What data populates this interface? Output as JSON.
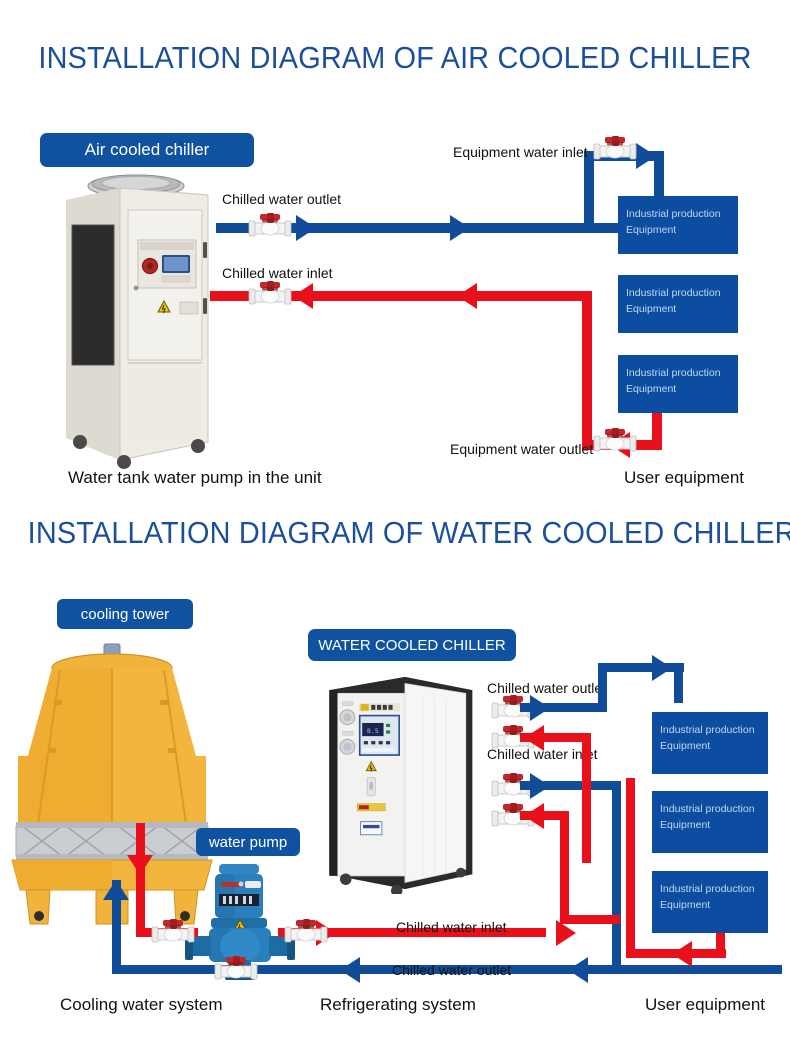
{
  "page": {
    "bg_color": "#ffffff",
    "accent_blue": "#104c97",
    "accent_red": "#e8101a",
    "title_color": "#1b4f9c",
    "badge_color": "#0f52a0",
    "equipment_box_color": "#0c4da2",
    "equipment_text_color": "#c3d7f0"
  },
  "section1": {
    "title": "INSTALLATION DIAGRAM OF AIR COOLED CHILLER",
    "badge": "Air cooled chiller",
    "labels": {
      "chilled_water_outlet": "Chilled water outlet",
      "chilled_water_inlet": "Chilled water inlet",
      "equipment_water_inlet": "Equipment water inlet",
      "equipment_water_outlet": "Equipment water outlet",
      "bottom_left": "Water tank water pump in the unit",
      "bottom_right": "User equipment"
    },
    "equipment_boxes": [
      {
        "line1": "Industrial production",
        "line2": "Equipment"
      },
      {
        "line1": "Industrial production",
        "line2": "Equipment"
      },
      {
        "line1": "Industrial production",
        "line2": "Equipment"
      }
    ]
  },
  "section2": {
    "title": "INSTALLATION DIAGRAM OF WATER COOLED CHILLER",
    "badges": {
      "cooling_tower": "cooling tower",
      "water_pump": "water pump",
      "water_cooled_chiller": "WATER COOLED CHILLER"
    },
    "labels": {
      "chilled_water_outlet_top": "Chilled water outlet",
      "chilled_water_inlet_top": "Chilled water inlet",
      "chilled_water_inlet_bottom": "Chilled water inlet",
      "chilled_water_outlet_bottom": "Chilled water outlet",
      "cooling_water_system": "Cooling water system",
      "refrigerating_system": "Refrigerating system",
      "user_equipment": "User equipment"
    },
    "equipment_boxes": [
      {
        "line1": "Industrial production",
        "line2": "Equipment"
      },
      {
        "line1": "Industrial production",
        "line2": "Equipment"
      },
      {
        "line1": "Industrial production",
        "line2": "Equipment"
      }
    ]
  },
  "icons": {
    "valve": "ball-valve-icon",
    "air_chiller": "air-cooled-chiller-unit",
    "water_chiller": "water-cooled-chiller-unit",
    "cooling_tower": "cooling-tower-unit",
    "pump": "inline-water-pump"
  }
}
